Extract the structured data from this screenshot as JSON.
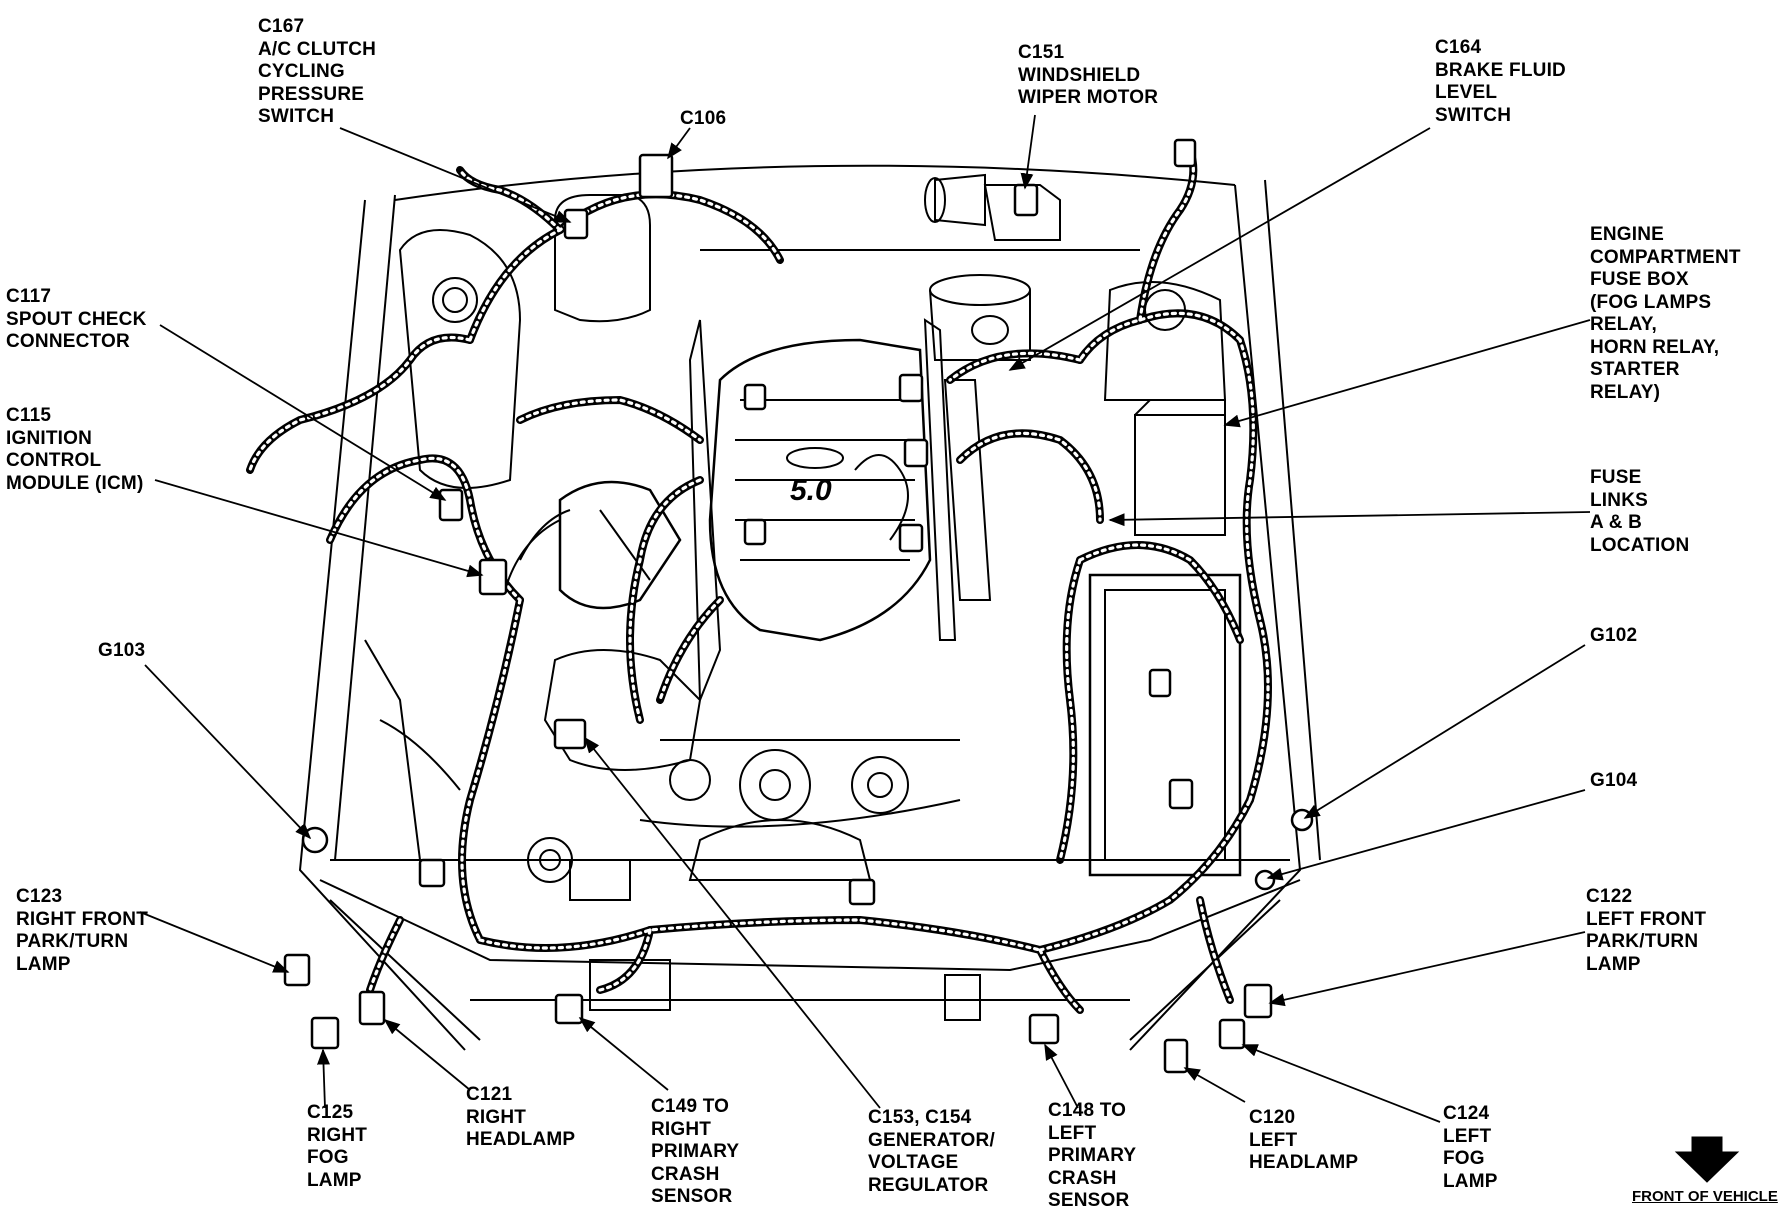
{
  "labels": {
    "c167": [
      "C167",
      "A/C CLUTCH",
      "CYCLING",
      "PRESSURE",
      "SWITCH"
    ],
    "c106": [
      "C106"
    ],
    "c151": [
      "C151",
      "WINDSHIELD",
      "WIPER MOTOR"
    ],
    "c164": [
      "C164",
      "BRAKE FLUID",
      "LEVEL",
      "SWITCH"
    ],
    "engine_fuse_box": [
      "ENGINE",
      "COMPARTMENT",
      "FUSE BOX",
      "(FOG LAMPS",
      "RELAY,",
      "HORN RELAY,",
      "STARTER",
      "RELAY)"
    ],
    "c117": [
      "C117",
      "SPOUT CHECK",
      "CONNECTOR"
    ],
    "c115": [
      "C115",
      "IGNITION",
      "CONTROL",
      "MODULE (ICM)"
    ],
    "fuse_links": [
      "FUSE",
      "LINKS",
      "A & B",
      "LOCATION"
    ],
    "g103": [
      "G103"
    ],
    "g102": [
      "G102"
    ],
    "g104": [
      "G104"
    ],
    "c123": [
      "C123",
      "RIGHT FRONT",
      "PARK/TURN",
      "LAMP"
    ],
    "c122": [
      "C122",
      "LEFT FRONT",
      "PARK/TURN",
      "LAMP"
    ],
    "c125": [
      "C125",
      "RIGHT",
      "FOG",
      "LAMP"
    ],
    "c121": [
      "C121",
      "RIGHT",
      "HEADLAMP"
    ],
    "c149": [
      "C149 TO",
      "RIGHT",
      "PRIMARY",
      "CRASH",
      "SENSOR"
    ],
    "c153": [
      "C153, C154",
      "GENERATOR/",
      "VOLTAGE",
      "REGULATOR"
    ],
    "c148": [
      "C148 TO",
      "LEFT",
      "PRIMARY",
      "CRASH",
      "SENSOR"
    ],
    "c120": [
      "C120",
      "LEFT",
      "HEADLAMP"
    ],
    "c124": [
      "C124",
      "LEFT",
      "FOG",
      "LAMP"
    ]
  },
  "engine_badge": "5.0",
  "front_of_vehicle": "FRONT OF VEHICLE"
}
